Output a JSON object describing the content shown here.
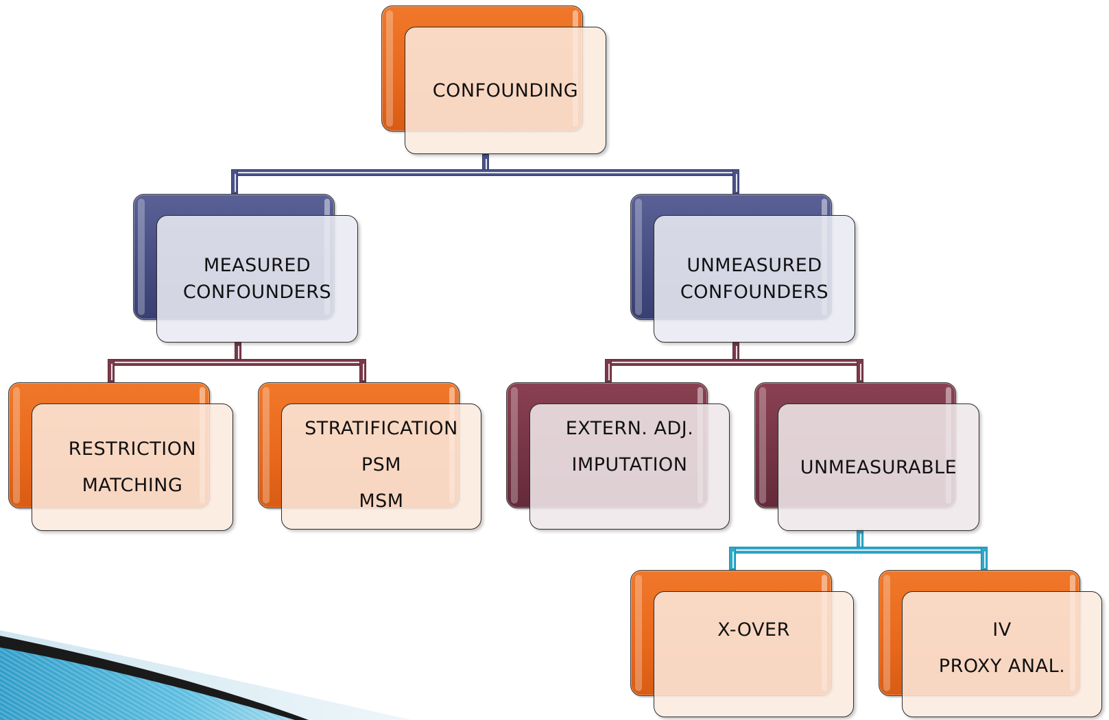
{
  "diagram": {
    "root": {
      "lines": [
        "CONFOUNDING"
      ]
    },
    "measured": {
      "lines": [
        "MEASURED",
        "CONFOUNDERS"
      ]
    },
    "unmeasured": {
      "lines": [
        "UNMEASURED",
        "CONFOUNDERS"
      ]
    },
    "restriction": {
      "lines": [
        "RESTRICTION",
        "MATCHING"
      ]
    },
    "stratification": {
      "lines": [
        "STRATIFICATION",
        "PSM",
        "MSM"
      ]
    },
    "extern": {
      "lines": [
        "EXTERN. ADJ.",
        "IMPUTATION"
      ]
    },
    "unmeasurable": {
      "lines": [
        "UNMEASURABLE"
      ]
    },
    "xover": {
      "lines": [
        "X-OVER"
      ]
    },
    "iv": {
      "lines": [
        "IV",
        "PROXY ANAL."
      ]
    }
  },
  "colors": {
    "orange": "#e8681c",
    "navy": "#434b80",
    "maroon": "#733344",
    "cyan": "#2fa8c8",
    "connector_navy": "#4a5289",
    "connector_maroon": "#7a3a4a",
    "connector_cyan": "#2fa8c8"
  },
  "decoration": {
    "corner_swoosh": {
      "colors": [
        "#1a1a1a",
        "#4ab0d4",
        "#d8eaf2"
      ]
    }
  }
}
